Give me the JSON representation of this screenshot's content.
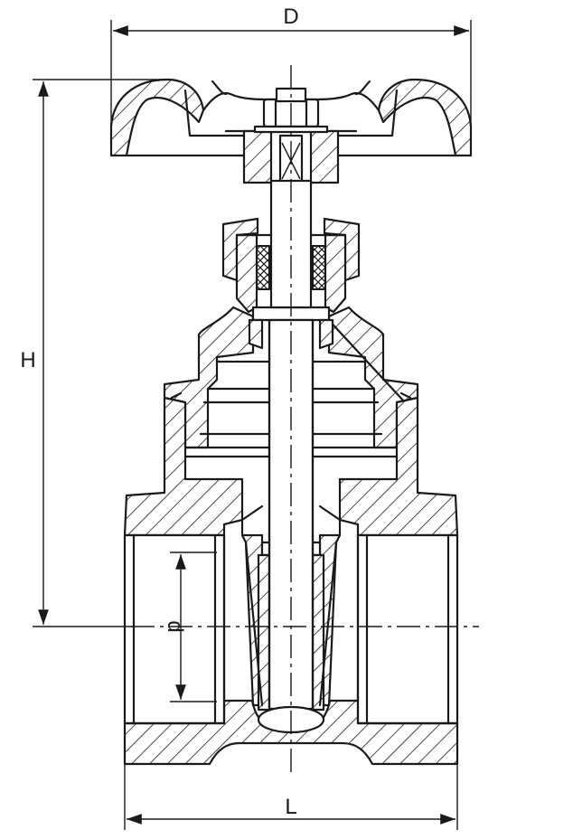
{
  "dimensions": {
    "diameter_label": "D",
    "height_label": "H",
    "length_label": "L",
    "bore_label": "d"
  },
  "colors": {
    "line": "#1a1a1a",
    "background": "#ffffff"
  }
}
